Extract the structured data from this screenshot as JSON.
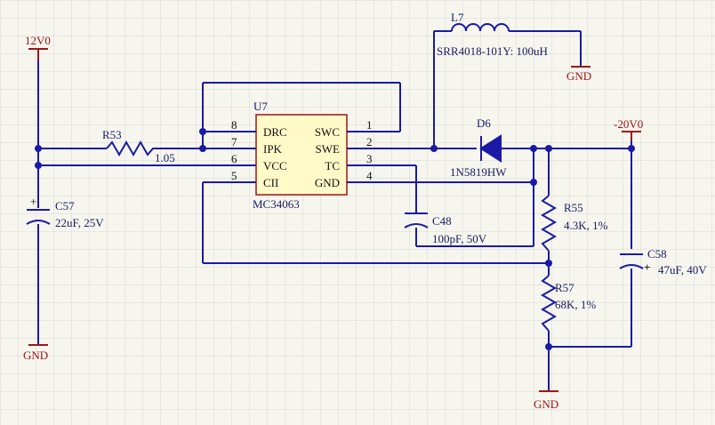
{
  "colors": {
    "wire": "#1a1aa6",
    "power": "#a01414",
    "ic_fill": "#fffac8",
    "grid": "#d8d8d8",
    "background": "#f6f6ee"
  },
  "nets": {
    "vin": "12V0",
    "vout": "-20V0",
    "gnd_c57": "GND",
    "gnd_l7": "GND",
    "gnd_r57": "GND"
  },
  "components": {
    "u7": {
      "ref": "U7",
      "part": "MC34063",
      "pins": [
        {
          "num": "1",
          "name": "SWC"
        },
        {
          "num": "2",
          "name": "SWE"
        },
        {
          "num": "3",
          "name": "TC"
        },
        {
          "num": "4",
          "name": "GND"
        },
        {
          "num": "5",
          "name": "CII"
        },
        {
          "num": "6",
          "name": "VCC"
        },
        {
          "num": "7",
          "name": "IPK"
        },
        {
          "num": "8",
          "name": "DRC"
        }
      ]
    },
    "r53": {
      "ref": "R53",
      "value": "1.05"
    },
    "c57": {
      "ref": "C57",
      "value": "22uF, 25V"
    },
    "c48": {
      "ref": "C48",
      "value": "100pF, 50V"
    },
    "l7": {
      "ref": "L7",
      "value": "SRR4018-101Y: 100uH"
    },
    "d6": {
      "ref": "D6",
      "value": "1N5819HW"
    },
    "r55": {
      "ref": "R55",
      "value": "4.3K, 1%"
    },
    "r57": {
      "ref": "R57",
      "value": "68K, 1%"
    },
    "c58": {
      "ref": "C58",
      "value": "47uF, 40V",
      "polarity": "+"
    }
  }
}
